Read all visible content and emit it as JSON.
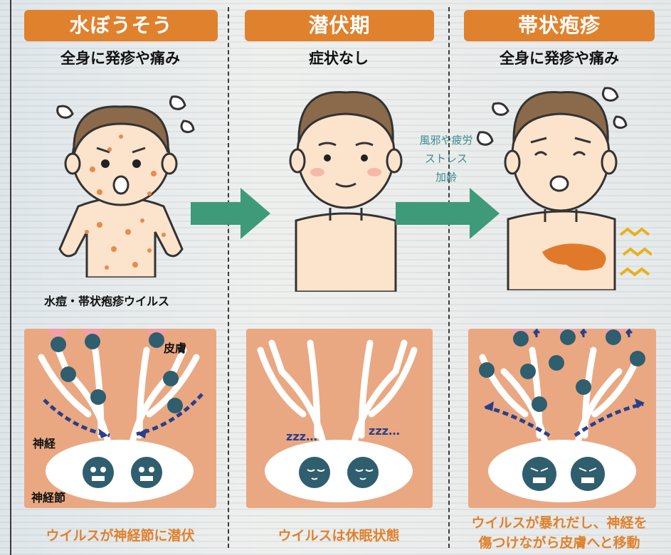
{
  "panels": [
    {
      "header": "水ぼうそう",
      "subtitle": "全身に発疹や痛み",
      "caption": "ウイルスが神経節に潜伏"
    },
    {
      "header": "潜伏期",
      "subtitle": "症状なし",
      "caption": "ウイルスは休眠状態"
    },
    {
      "header": "帯状疱疹",
      "subtitle": "全身に発疹や痛み",
      "caption_line1": "ウイルスが暴れだし、神経を",
      "caption_line2": "傷つけながら皮膚へと移動"
    }
  ],
  "labels": {
    "virus": "水痘・帯状疱疹ウイルス",
    "skin": "皮膚",
    "nerve": "神経",
    "ganglion": "神経節"
  },
  "triggers": [
    "風邪や疲労",
    "ストレス",
    "加齢"
  ],
  "sleep_marks": [
    "zzz…",
    "zzz…"
  ],
  "colors": {
    "header": "#e0812d",
    "arrow": "#3f9a7a",
    "nerve_bg": "#e9a882",
    "virus": "#2f5e6e",
    "caption": "#e0812d",
    "trigger_text": "#3c8a8c"
  }
}
